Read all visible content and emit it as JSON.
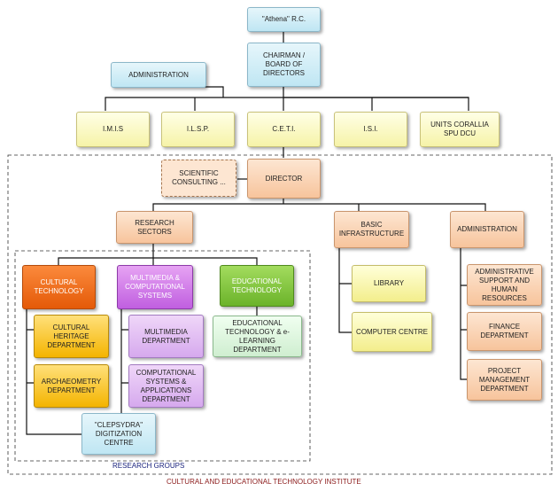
{
  "nodes": {
    "athena": "\"Athena\" R.C.",
    "chairman": "CHAIRMAN / BOARD OF DIRECTORS",
    "administration_top": "ADMINISTRATION",
    "imis": "I.M.I.S",
    "ilsp": "I.L.S.P.",
    "ceti": "C.E.T.I.",
    "isi": "I.S.I.",
    "units_corallia": "UNITS CORALLIA SPU DCU",
    "scientific_consulting": "SCIENTIFIC CONSULTING ...",
    "director": "DIRECTOR",
    "research_sectors": "RESEARCH SECTORS",
    "basic_infrastructure": "BASIC INFRASTRUCTURE",
    "administration": "ADMINISTRATION",
    "cultural_technology": "CULTURAL TECHNOLOGY",
    "multimedia_computational": "MULTIMEDIA & COMPUTATIONAL SYSTEMS",
    "educational_technology": "EDUCATIONAL TECHNOLOGY",
    "cultural_heritage": "CULTURAL HERITAGE DEPARTMENT",
    "archaeometry": "ARCHAEOMETRY DEPARTMENT",
    "multimedia_dept": "MULTIMEDIA DEPARTMENT",
    "computational_dept": "COMPUTATIONAL SYSTEMS & APPLICATIONS DEPARTMENT",
    "edtech_dept": "EDUCATIONAL TECHNOLOGY & e-LEARNING DEPARTMENT",
    "clepsydra": "\"CLEPSYDRA\" DIGITIZATION CENTRE",
    "library": "LIBRARY",
    "computer_centre": "COMPUTER CENTRE",
    "admin_support": "ADMINISTRATIVE SUPPORT AND HUMAN RESOURCES",
    "finance": "FINANCE DEPARTMENT",
    "project_mgmt": "PROJECT MANAGEMENT DEPARTMENT"
  },
  "captions": {
    "research_groups": "RESEARCH GROUPS",
    "institute": "CULTURAL AND EDUCATIONAL TECHNOLOGY INSTITUTE"
  },
  "colors": {
    "research_groups_caption": "#1a237e",
    "institute_caption": "#8b1a1a",
    "connector": "#111111"
  }
}
